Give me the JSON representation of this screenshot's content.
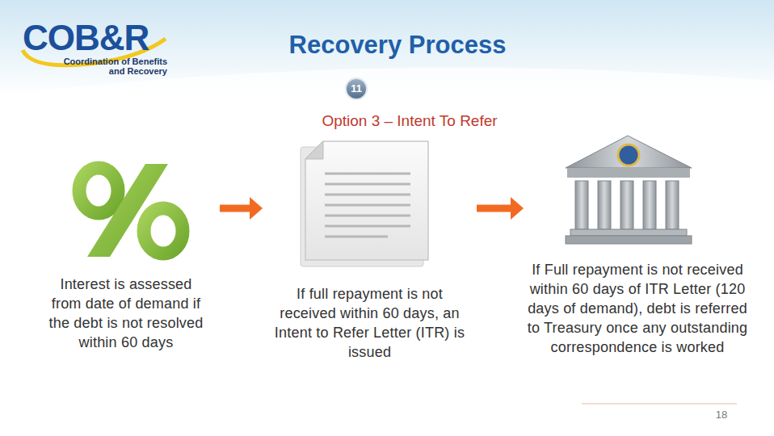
{
  "diagram": {
    "title": "Recovery Process",
    "nodes": [
      {
        "text": [
          "Interest is assessed from date of demand if the debt is not resolved within 60 days"
        ]
      },
      {
        "text": [
          "If full repayment is not received within 60 days, an Intent to Refer Letter (ITR) is issued"
        ]
      },
      {
        "text": [
          "If Full repayment is not received within 60 days of ITR Letter (120 days of demand), debt is referred to Treasury once any outstanding correspondence is worked"
        ]
      }
    ],
    "edges": [
      {
        "from": 0,
        "to": 1,
        "arrow": "to"
      },
      {
        "from": 1,
        "to": 2,
        "arrow": "to"
      }
    ],
    "labels": [
      "COB&R",
      "Coordination of Benefits and Recovery",
      "11",
      "Option 3 – Intent To Refer",
      "18"
    ]
  }
}
